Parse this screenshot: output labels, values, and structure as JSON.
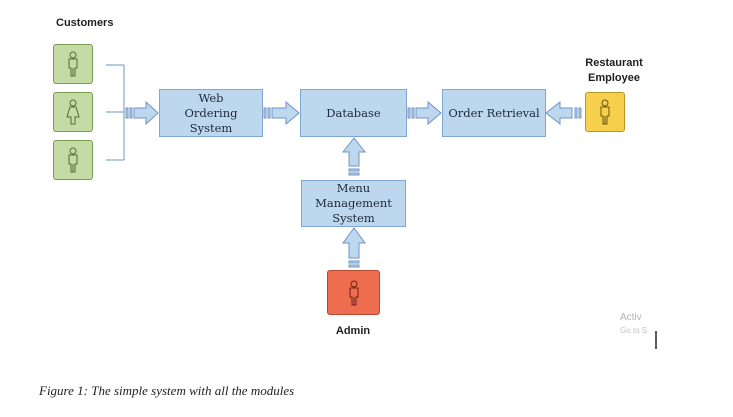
{
  "actors": {
    "customers_label": "Customers",
    "restaurant_label": "Restaurant Employee",
    "admin_label": "Admin"
  },
  "modules": {
    "web_ordering": "Web Ordering System",
    "database": "Database",
    "order_retrieval": "Order Retrieval",
    "menu_management": "Menu Management System"
  },
  "caption": "Figure 1: The simple system with all the modules",
  "watermark": {
    "line1": "Activ",
    "line2": "Go to S"
  },
  "colors": {
    "customer_fill": "#c5dba6",
    "restaurant_fill": "#f6d04d",
    "admin_fill": "#ee6c4f",
    "module_fill": "#bdd7ee"
  }
}
